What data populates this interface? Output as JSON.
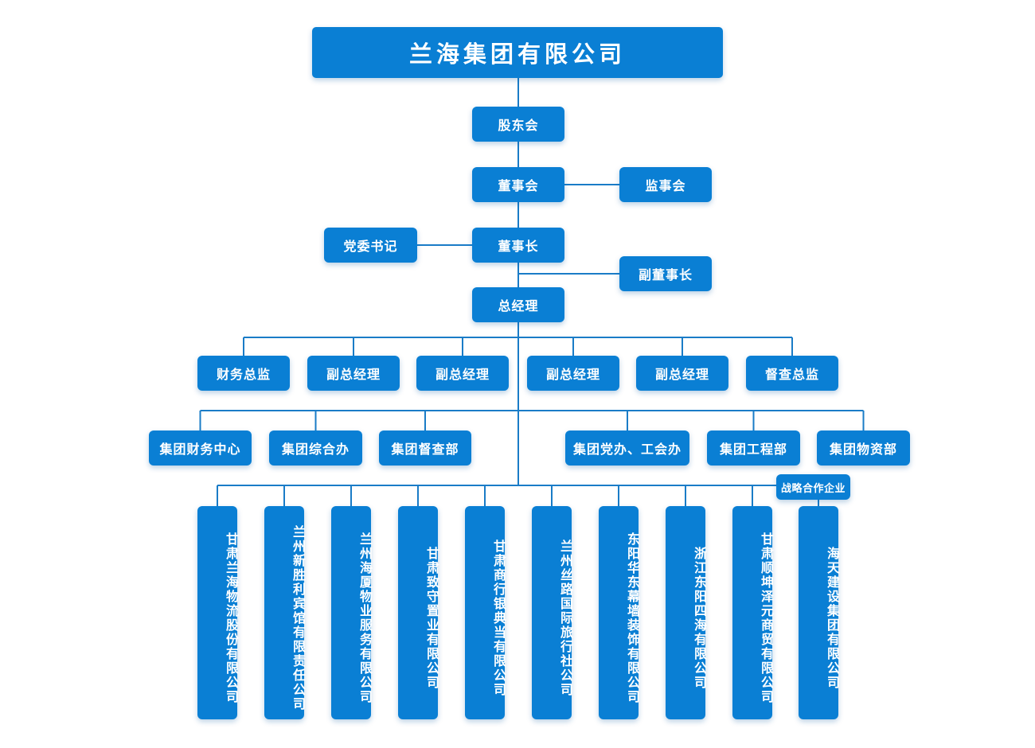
{
  "chart": {
    "line_color": "#1a7cc7",
    "node_color": "#0a7fd4",
    "company_title": "兰海集团有限公司",
    "shareholders": "股东会",
    "board": "董事会",
    "supervisors": "监事会",
    "chairman": "董事长",
    "party_secretary": "党委书记",
    "vice_chairman": "副董事长",
    "general_manager": "总经理",
    "executives": [
      "财务总监",
      "副总经理",
      "副总经理",
      "副总经理",
      "副总经理",
      "督查总监"
    ],
    "departments": [
      "集团财务中心",
      "集团综合办",
      "集团督查部",
      "集团党办、工会办",
      "集团工程部",
      "集团物资部"
    ],
    "strategic_partner_label": "战略合作企业",
    "subsidiaries": [
      "甘肃兰海物流股份有限公司",
      "兰州新胜利宾馆有限责任公司",
      "兰州海厦物业服务有限公司",
      "甘肃致守置业有限公司",
      "甘肃商行银典当有限公司",
      "兰州丝路国际旅行社公司",
      "东阳华东幕墙装饰有限公司",
      "浙江东阳四海有限公司",
      "甘肃顺坤泽元商贸有限公司",
      "海天建设集团有限公司"
    ]
  }
}
